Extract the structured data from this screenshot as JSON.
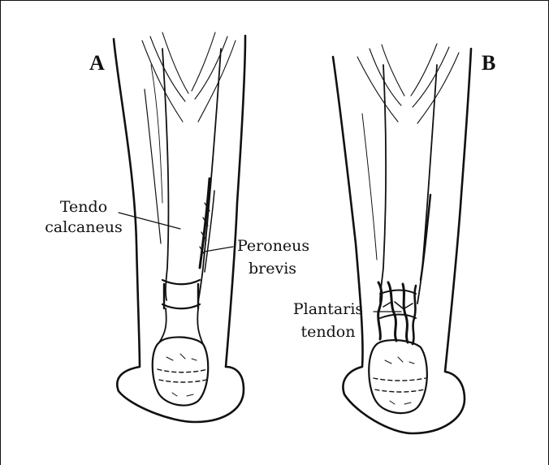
{
  "figure": {
    "panel_a": {
      "letter": "A",
      "labels": {
        "tendo": [
          "Tendo",
          "calcaneus"
        ],
        "peroneus": [
          "Peroneus",
          "brevis"
        ]
      }
    },
    "panel_b": {
      "letter": "B",
      "labels": {
        "plantaris": [
          "Plantaris",
          "tendon"
        ]
      }
    }
  }
}
